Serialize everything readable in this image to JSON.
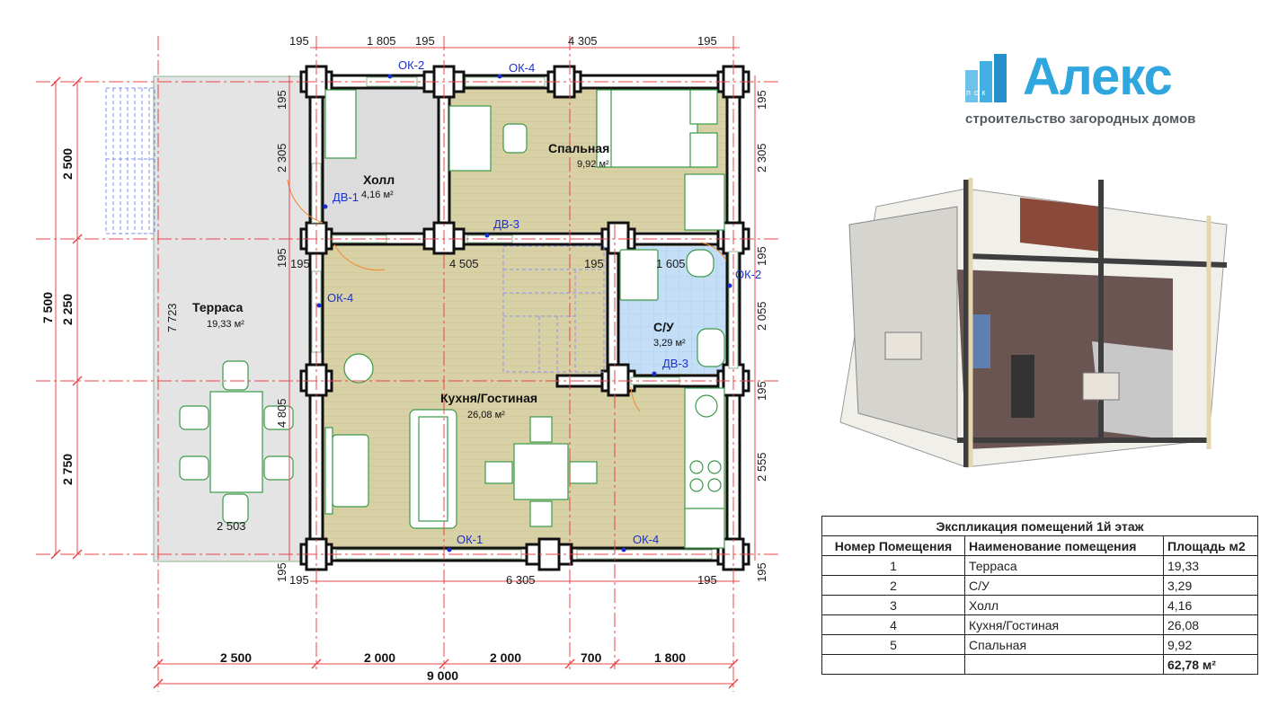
{
  "plan": {
    "top_dims": [
      "195",
      "1 805",
      "195",
      "4 305",
      "195"
    ],
    "left_dims": [
      "195",
      "2 305",
      "195"
    ],
    "overall_left": [
      "7 500",
      "2 250",
      "2 500",
      "2 750",
      "7 723"
    ],
    "right_dims": [
      "195",
      "2 305",
      "195",
      "2 055",
      "195",
      "2 555",
      "195"
    ],
    "mid_dims": [
      "195",
      "4 505",
      "195",
      "1 605",
      "4 805",
      "2 503"
    ],
    "bottom_dims": [
      "195",
      "6 305",
      "195"
    ],
    "bottom_totals": [
      "2 500",
      "2 000",
      "2 000",
      "700",
      "1 800",
      "9 000"
    ],
    "rooms": {
      "hall": {
        "name": "Холл",
        "area": "4,16 м²"
      },
      "bedroom": {
        "name": "Спальная",
        "area": "9,92 м²"
      },
      "terrace": {
        "name": "Терраса",
        "area": "19,33 м²"
      },
      "bath": {
        "name": "С/У",
        "area": "3,29 м²"
      },
      "kitchen": {
        "name": "Кухня/Гостиная",
        "area": "26,08 м²"
      }
    },
    "marks": {
      "ok2_top": "ОК-2",
      "ok4_top": "ОК-4",
      "dv1": "ДВ-1",
      "dv3_mid": "ДВ-3",
      "ok4_left": "ОК-4",
      "ok2_right": "ОК-2",
      "dv3_bath": "ДВ-3",
      "ok1": "ОК-1",
      "ok4_bottom": "ОК-4"
    }
  },
  "logo": {
    "word": "Алекс",
    "psk": "пск",
    "subtitle": "строительство загородных домов"
  },
  "table": {
    "caption": "Экспликация помещений 1й этаж",
    "headers": [
      "Номер Помещения",
      "Наименование помещения",
      "Площадь м2"
    ],
    "rows": [
      [
        "1",
        "Терраса",
        "19,33"
      ],
      [
        "2",
        "С/У",
        "3,29"
      ],
      [
        "3",
        "Холл",
        "4,16"
      ],
      [
        "4",
        "Кухня/Гостиная",
        "26,08"
      ],
      [
        "5",
        "Спальная",
        "9,92"
      ]
    ],
    "total": "62,78 м²"
  },
  "colors": {
    "wood": "#d9d0a4",
    "tile": "#bfdcf5",
    "hall": "#dcdcdc",
    "terrace": "#e3e3e3",
    "red_axis": "#e8454a",
    "logo_blue": "#2fa6de"
  }
}
